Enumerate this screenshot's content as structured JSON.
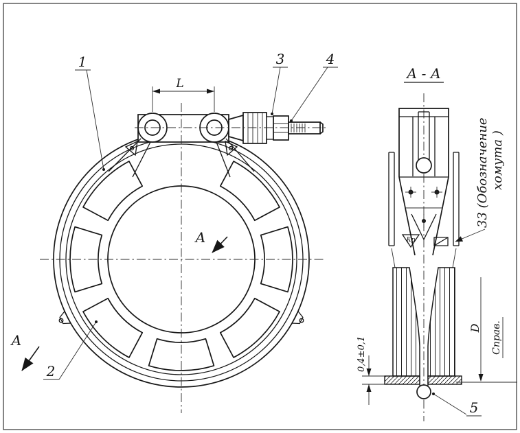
{
  "drawing": {
    "section_title": "А - А",
    "callouts": {
      "c1": "1",
      "c2": "2",
      "c3": "3",
      "c4": "4",
      "c5": "5"
    },
    "dimensions": {
      "l": "L",
      "gap": "0,4±0,1",
      "d": "D"
    },
    "section_letters": {
      "mid": "А",
      "corner": "А"
    },
    "notes": {
      "designation_line1": "33 (Обозначение",
      "designation_line2": "хомута )",
      "reference": "Справ.",
      "mark_kr": "Кр"
    },
    "colors": {
      "line": "#161616",
      "background": "#ffffff"
    }
  }
}
